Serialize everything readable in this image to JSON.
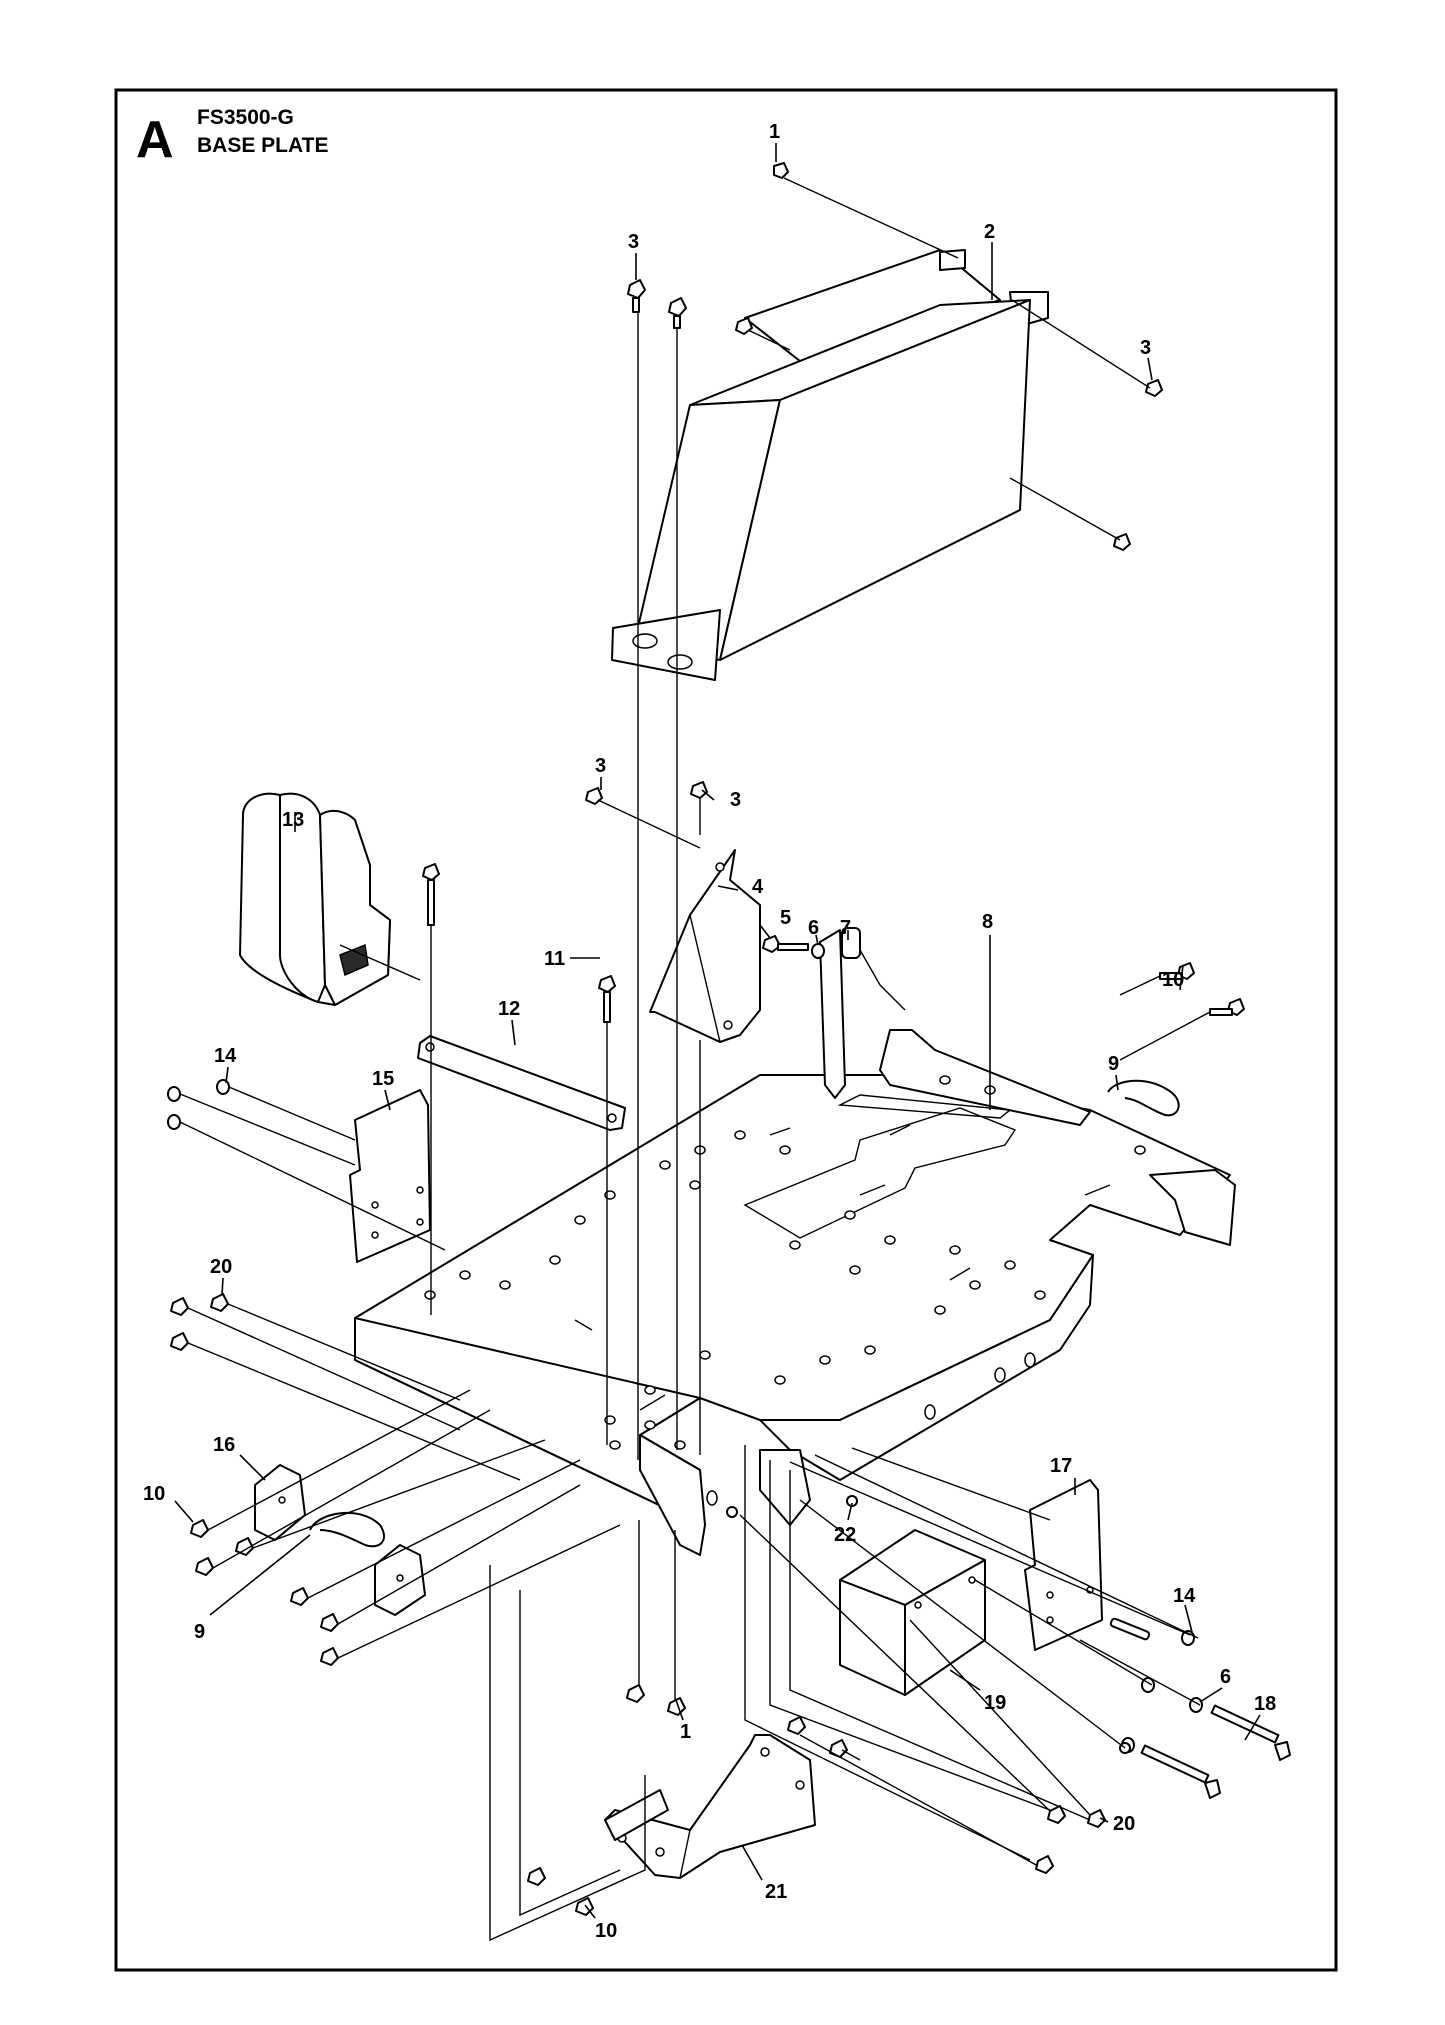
{
  "header": {
    "section_letter": "A",
    "model": "FS3500-G",
    "title": "BASE PLATE"
  },
  "callouts": [
    {
      "id": "c1a",
      "label": "1"
    },
    {
      "id": "c2",
      "label": "2"
    },
    {
      "id": "c3a",
      "label": "3"
    },
    {
      "id": "c3b",
      "label": "3"
    },
    {
      "id": "c3c",
      "label": "3"
    },
    {
      "id": "c3d",
      "label": "3"
    },
    {
      "id": "c4",
      "label": "4"
    },
    {
      "id": "c5",
      "label": "5"
    },
    {
      "id": "c6a",
      "label": "6"
    },
    {
      "id": "c7",
      "label": "7"
    },
    {
      "id": "c8",
      "label": "8"
    },
    {
      "id": "c9a",
      "label": "9"
    },
    {
      "id": "c10a",
      "label": "10"
    },
    {
      "id": "c11",
      "label": "11"
    },
    {
      "id": "c12",
      "label": "12"
    },
    {
      "id": "c13",
      "label": "13"
    },
    {
      "id": "c14a",
      "label": "14"
    },
    {
      "id": "c15",
      "label": "15"
    },
    {
      "id": "c20a",
      "label": "20"
    },
    {
      "id": "c16",
      "label": "16"
    },
    {
      "id": "c10b",
      "label": "10"
    },
    {
      "id": "c9b",
      "label": "9"
    },
    {
      "id": "c17",
      "label": "17"
    },
    {
      "id": "c22",
      "label": "22"
    },
    {
      "id": "c14b",
      "label": "14"
    },
    {
      "id": "c6b",
      "label": "6"
    },
    {
      "id": "c18",
      "label": "18"
    },
    {
      "id": "c19",
      "label": "19"
    },
    {
      "id": "c1b",
      "label": "1"
    },
    {
      "id": "c20b",
      "label": "20"
    },
    {
      "id": "c21",
      "label": "21"
    },
    {
      "id": "c10c",
      "label": "10"
    }
  ]
}
